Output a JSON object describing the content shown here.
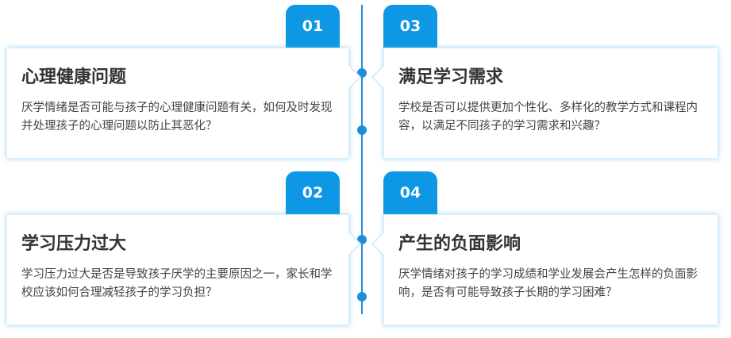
{
  "items": [
    {
      "number": "01",
      "title": "心理健康问题",
      "text": "厌学情绪是否可能与孩子的心理健康问题有关，如何及时发现并处理孩子的心理问题以防止其恶化？"
    },
    {
      "number": "02",
      "title": "学习压力过大",
      "text": "学习压力过大是否是导致孩子厌学的主要原因之一，家长和学校应该如何合理减轻孩子的学习负担？"
    },
    {
      "number": "03",
      "title": "满足学习需求",
      "text": "学校是否可以提供更加个性化、多样化的教学方式和课程内容，以满足不同孩子的学习需求和兴趣？"
    },
    {
      "number": "04",
      "title": "产生的负面影响",
      "text": "厌学情绪对孩子的学习成绩和学业发展会产生怎样的负面影响，是否有可能导致孩子长期的学习困难？"
    }
  ],
  "colors": {
    "accent": "#0d97e4",
    "line": "#1d8fd8",
    "title": "#333333",
    "body": "#444444"
  }
}
